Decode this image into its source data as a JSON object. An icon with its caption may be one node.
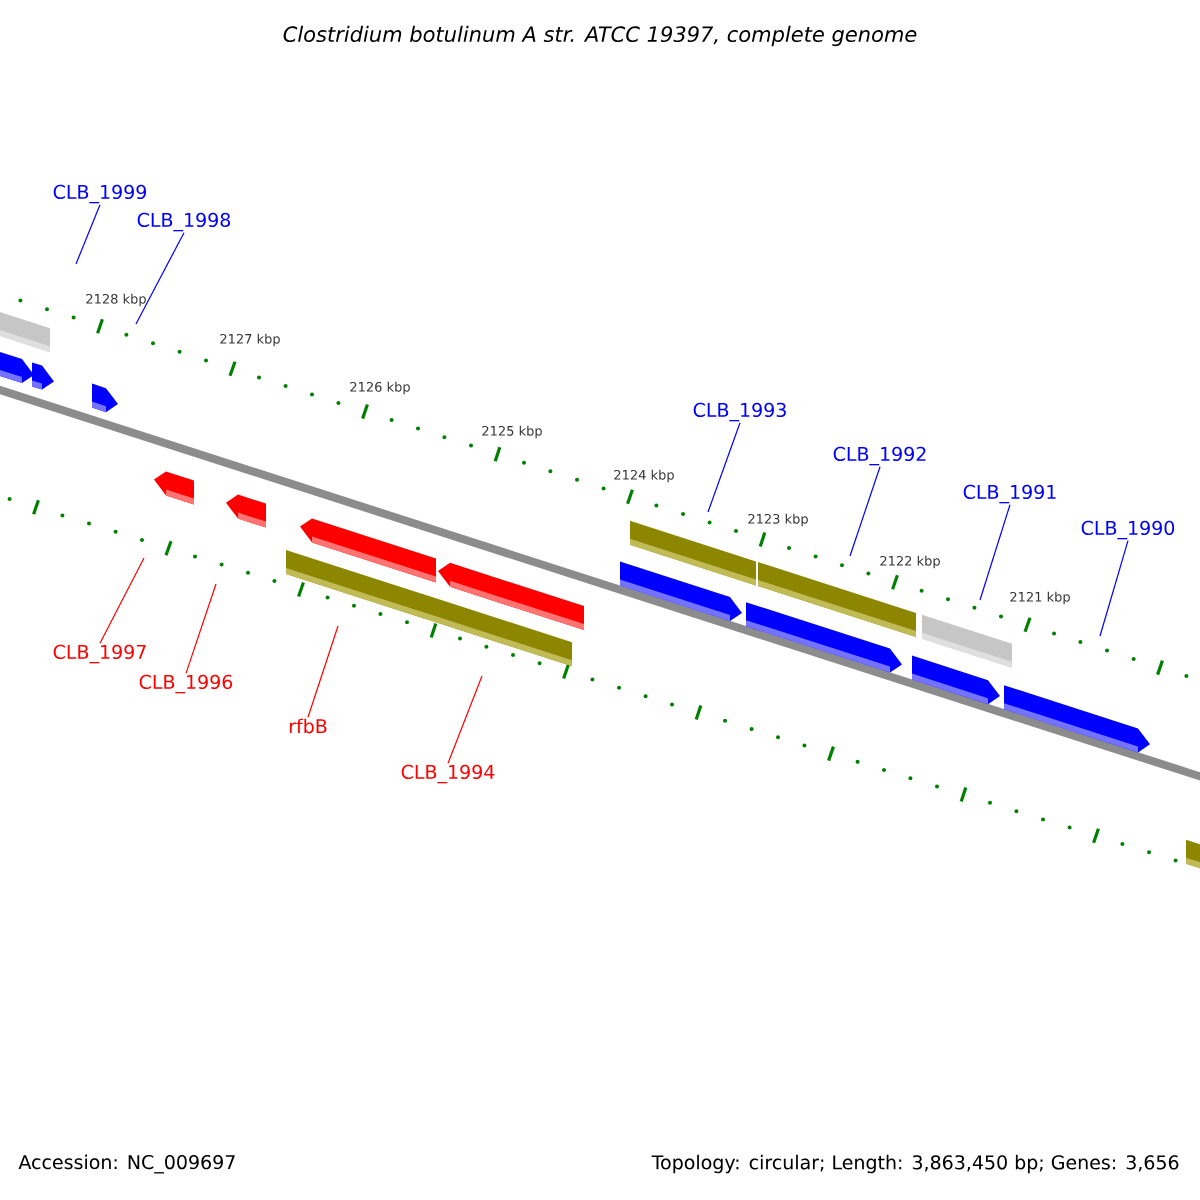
{
  "diagram": {
    "title": "Clostridium botulinum A str. ATCC 19397, complete genome",
    "nodes": [
      {
        "text": [
          "CLB_1999"
        ]
      },
      {
        "text": [
          "CLB_1998"
        ]
      },
      {
        "text": [
          "CLB_1993"
        ]
      },
      {
        "text": [
          "CLB_1992"
        ]
      },
      {
        "text": [
          "CLB_1991"
        ]
      },
      {
        "text": [
          "CLB_1990"
        ]
      },
      {
        "text": [
          "CLB_1997"
        ]
      },
      {
        "text": [
          "CLB_1996"
        ]
      },
      {
        "text": [
          "rfbB"
        ]
      },
      {
        "text": [
          "CLB_1994"
        ]
      }
    ],
    "edges": [
      {
        "from": 0,
        "to": null,
        "arrow": "none"
      },
      {
        "from": 1,
        "to": null,
        "arrow": "none"
      },
      {
        "from": 2,
        "to": null,
        "arrow": "none"
      },
      {
        "from": 3,
        "to": null,
        "arrow": "none"
      },
      {
        "from": 4,
        "to": null,
        "arrow": "none"
      },
      {
        "from": 5,
        "to": null,
        "arrow": "none"
      },
      {
        "from": 6,
        "to": null,
        "arrow": "none",
        "color": "#ff0000"
      },
      {
        "from": 7,
        "to": null,
        "arrow": "none",
        "color": "#ff0000"
      },
      {
        "from": 8,
        "to": null,
        "arrow": "none",
        "color": "#ff0000"
      },
      {
        "from": 9,
        "to": null,
        "arrow": "none",
        "color": "#ff0000"
      }
    ],
    "labels": [
      "2128 kbp",
      "2127 kbp",
      "2126 kbp",
      "2125 kbp",
      "2124 kbp",
      "2123 kbp",
      "2122 kbp",
      "2121 kbp",
      "Accession: NC_009697",
      "Topology: circular; Length: 3,863,450 bp; Genes: 3,656"
    ]
  }
}
